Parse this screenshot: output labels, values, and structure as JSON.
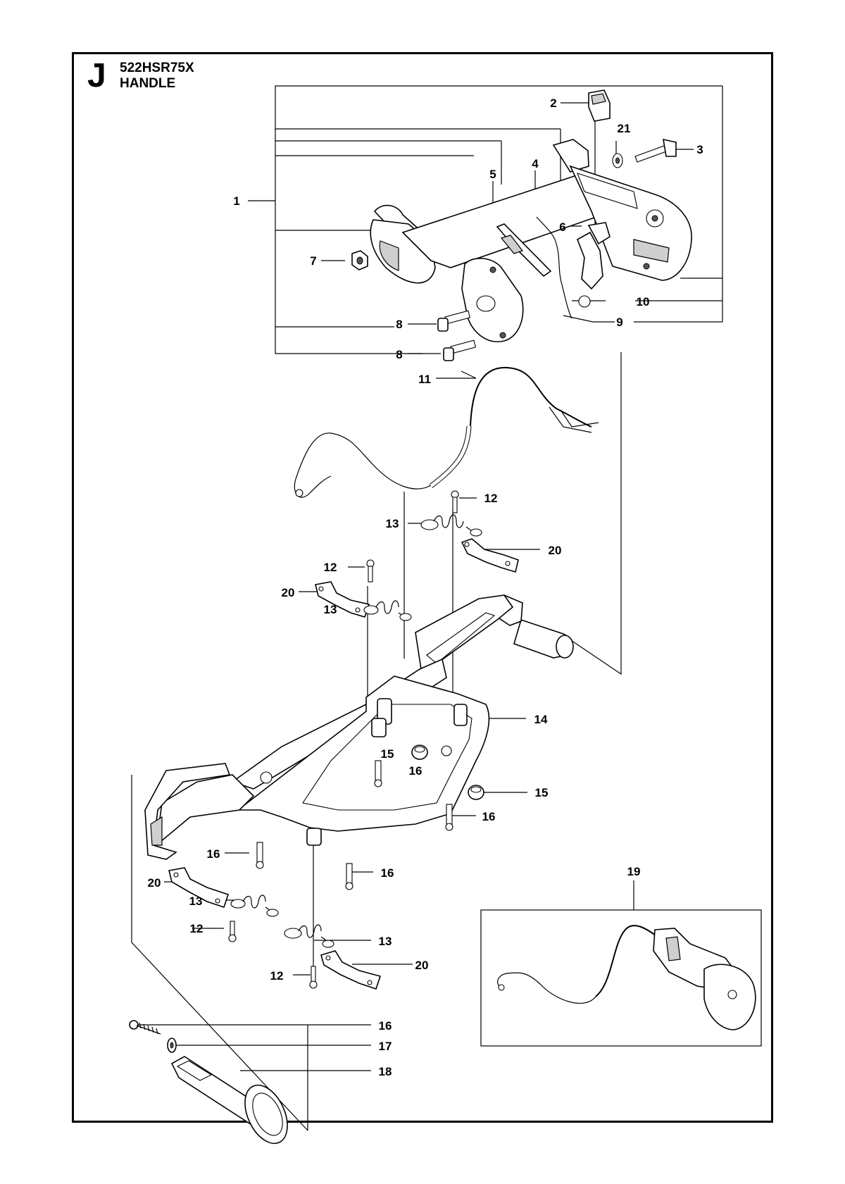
{
  "header": {
    "section_letter": "J",
    "model": "522HSR75X",
    "title": "HANDLE"
  },
  "callouts": [
    {
      "id": "c1",
      "text": "1"
    },
    {
      "id": "c2",
      "text": "2"
    },
    {
      "id": "c3",
      "text": "3"
    },
    {
      "id": "c4",
      "text": "4"
    },
    {
      "id": "c5",
      "text": "5"
    },
    {
      "id": "c6",
      "text": "6"
    },
    {
      "id": "c7",
      "text": "7"
    },
    {
      "id": "c8a",
      "text": "8"
    },
    {
      "id": "c8b",
      "text": "8"
    },
    {
      "id": "c9",
      "text": "9"
    },
    {
      "id": "c10",
      "text": "10"
    },
    {
      "id": "c11",
      "text": "11"
    },
    {
      "id": "c12a",
      "text": "12"
    },
    {
      "id": "c12b",
      "text": "12"
    },
    {
      "id": "c12c",
      "text": "12"
    },
    {
      "id": "c12d",
      "text": "12"
    },
    {
      "id": "c13a",
      "text": "13"
    },
    {
      "id": "c13b",
      "text": "13"
    },
    {
      "id": "c13c",
      "text": "13"
    },
    {
      "id": "c13d",
      "text": "13"
    },
    {
      "id": "c14",
      "text": "14"
    },
    {
      "id": "c15a",
      "text": "15"
    },
    {
      "id": "c15b",
      "text": "15"
    },
    {
      "id": "c16a",
      "text": "16"
    },
    {
      "id": "c16b",
      "text": "16"
    },
    {
      "id": "c16c",
      "text": "16"
    },
    {
      "id": "c16d",
      "text": "16"
    },
    {
      "id": "c16e",
      "text": "16"
    },
    {
      "id": "c17",
      "text": "17"
    },
    {
      "id": "c18",
      "text": "18"
    },
    {
      "id": "c19",
      "text": "19"
    },
    {
      "id": "c20a",
      "text": "20"
    },
    {
      "id": "c20b",
      "text": "20"
    },
    {
      "id": "c20c",
      "text": "20"
    },
    {
      "id": "c20d",
      "text": "20"
    },
    {
      "id": "c21",
      "text": "21"
    }
  ]
}
